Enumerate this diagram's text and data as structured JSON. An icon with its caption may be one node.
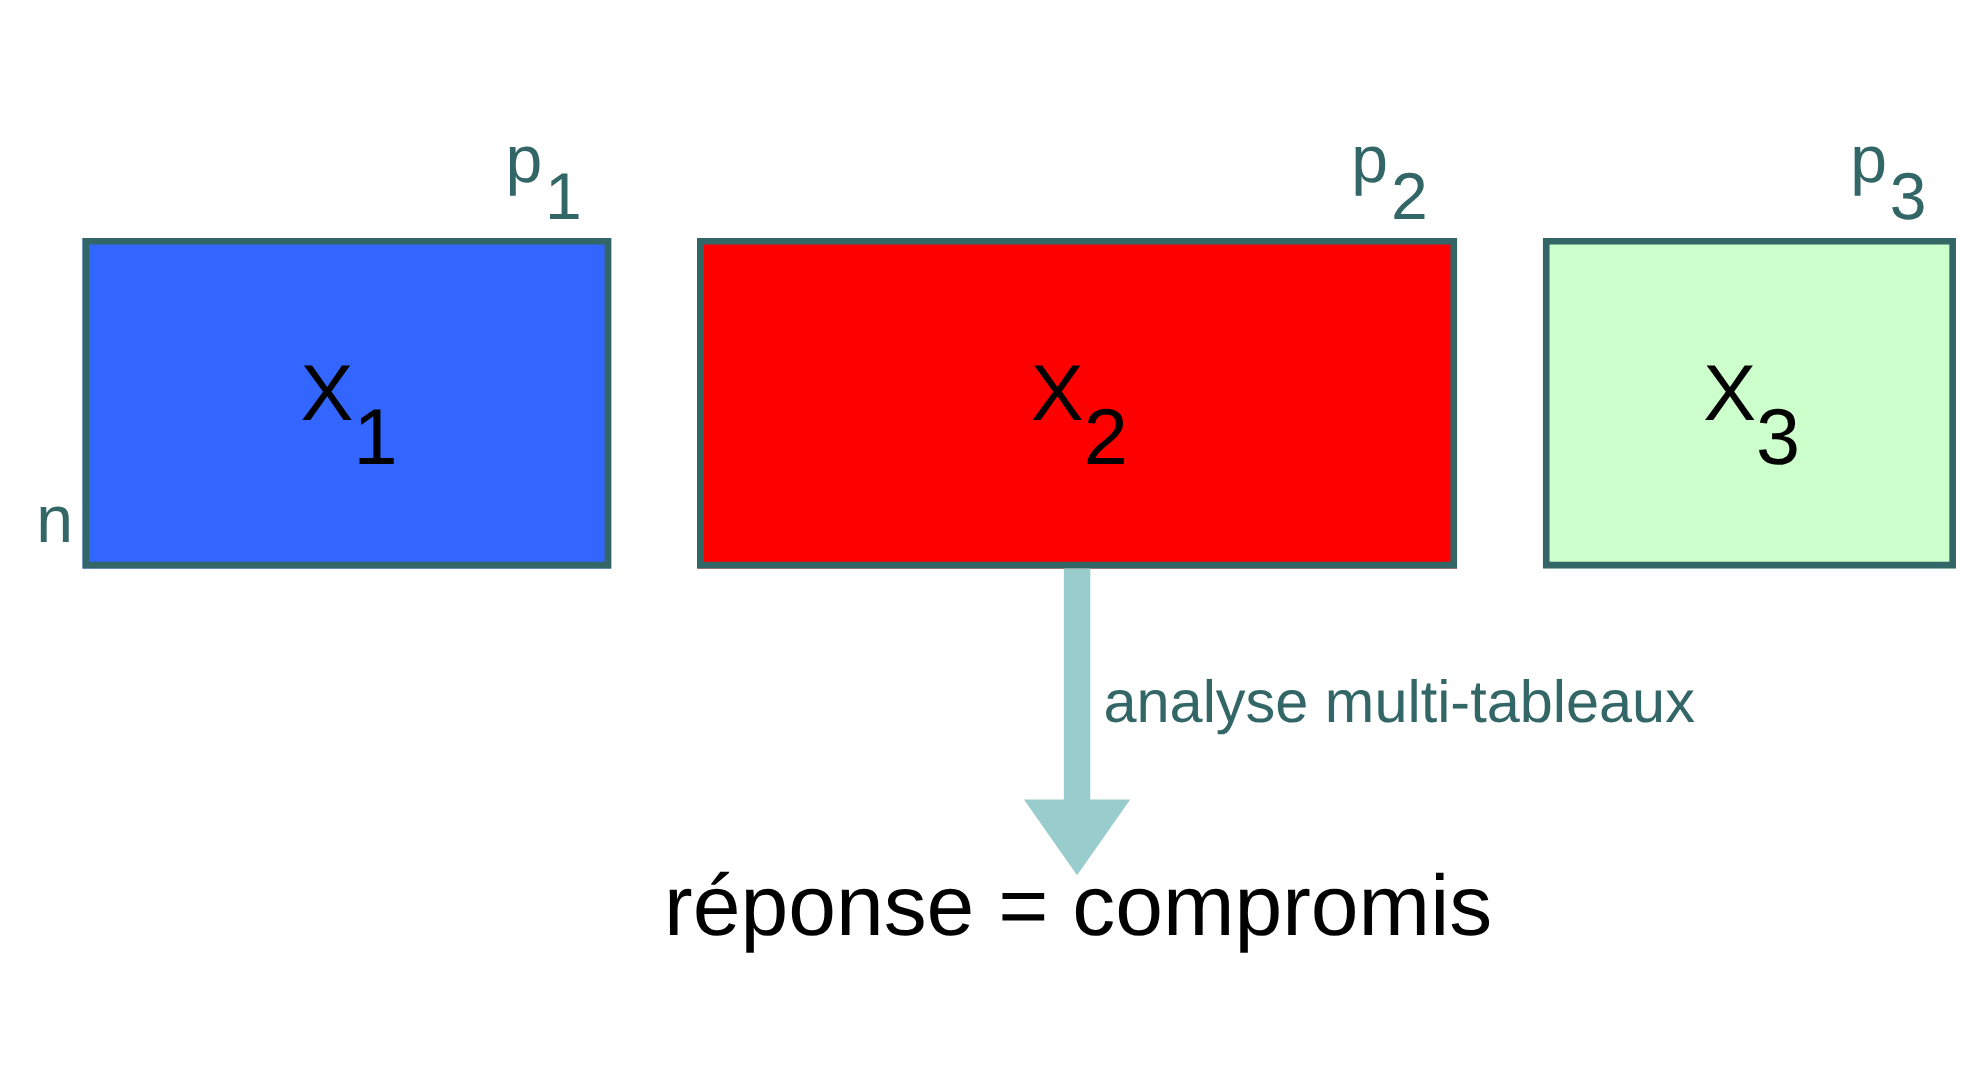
{
  "diagram": {
    "nodes": [
      {
        "text": [
          "X$_{1}$"
        ],
        "beside": [
          "p$_{1}$",
          "n"
        ]
      },
      {
        "text": [
          "X$_{2}$"
        ],
        "beside": [
          "p$_{2}$"
        ]
      },
      {
        "text": [
          "X$_{3}$"
        ],
        "beside": [
          "p$_{3}$"
        ]
      },
      {
        "text": [
          "réponse = compromis"
        ]
      }
    ],
    "edges": [
      {
        "from": 1,
        "to": 3,
        "arrow": "to",
        "label": "analyse multi-tableaux",
        "color": "#99cccc"
      }
    ]
  }
}
